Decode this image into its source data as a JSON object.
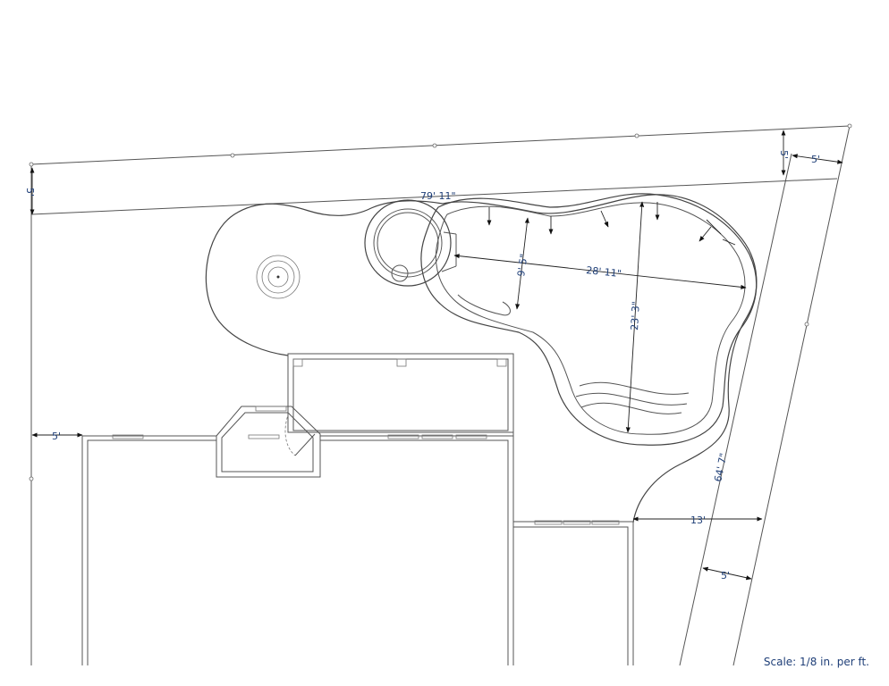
{
  "dimensions": {
    "pool_perimeter": "79' 11\"",
    "pool_length": "28' 11\"",
    "pool_width_small": "9' 5\"",
    "pool_width_large": "23' 3\"",
    "left_setback_top": "5'",
    "top_right_setback_vertical": "5'",
    "top_right_setback_horizontal": "5'",
    "house_left_offset": "5'",
    "right_offset": "13'",
    "right_boundary_length": "64' 7\"",
    "right_bottom_setback": "5'"
  },
  "scale": "Scale: 1/8 in. per ft."
}
